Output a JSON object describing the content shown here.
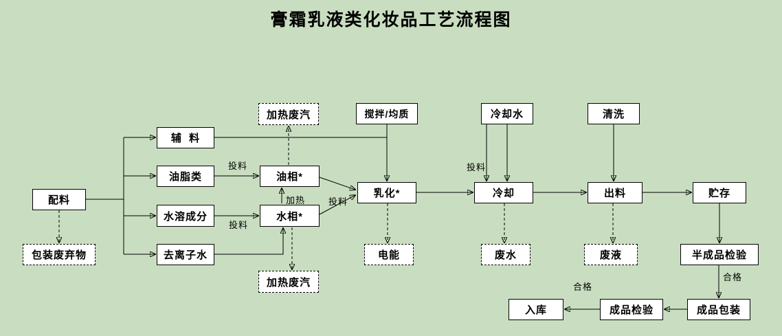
{
  "title": "膏霜乳液类化妆品工艺流程图",
  "colors": {
    "background": "#c9dec0",
    "box_fill": "#ffffff",
    "line": "#000000"
  },
  "nodes": {
    "peiliao": {
      "label": "配料"
    },
    "fuliao": {
      "label": "辅  料"
    },
    "youzhilei": {
      "label": "油脂类"
    },
    "shuirongchengfen": {
      "label": "水溶成分"
    },
    "qulizishui": {
      "label": "去离子水"
    },
    "youxiang": {
      "label": "油相*"
    },
    "shuixiang": {
      "label": "水相*"
    },
    "jiaoban_junzhi": {
      "label": "搅拌/均质"
    },
    "ruhua": {
      "label": "乳化*"
    },
    "lengqueshui": {
      "label": "冷却水"
    },
    "lengque": {
      "label": "冷却"
    },
    "qingxi": {
      "label": "清洗"
    },
    "chuliao": {
      "label": "出料"
    },
    "zhucun": {
      "label": "贮存"
    },
    "banchengpin_jianyan": {
      "label": "半成品检验"
    },
    "chengpin_baozhuang": {
      "label": "成品包装"
    },
    "chengpin_jianyan": {
      "label": "成品检验"
    },
    "ruku": {
      "label": "入库"
    },
    "baozhuang_feiqiwu": {
      "label": "包装废弃物"
    },
    "jiare_feiqi_top": {
      "label": "加热废汽"
    },
    "jiare_feiqi_bottom": {
      "label": "加热废汽"
    },
    "dianneng": {
      "label": "电能"
    },
    "feishui": {
      "label": "废水"
    },
    "feiye": {
      "label": "废液"
    }
  },
  "edge_labels": {
    "touliao_youzhi": "投料",
    "touliao_shuirong": "投料",
    "jiare": "加热",
    "touliao_ruhua": "投料",
    "touliao_lengque": "投料",
    "hege_banchengpin": "合格",
    "hege_chengpin": "合格"
  },
  "edges": [
    {
      "from": "peiliao",
      "to": "fuliao",
      "style": "solid"
    },
    {
      "from": "peiliao",
      "to": "youzhilei",
      "style": "solid"
    },
    {
      "from": "peiliao",
      "to": "shuirongchengfen",
      "style": "solid"
    },
    {
      "from": "peiliao",
      "to": "qulizishui",
      "style": "solid"
    },
    {
      "from": "peiliao",
      "to": "baozhuang_feiqiwu",
      "style": "dashed"
    },
    {
      "from": "youzhilei",
      "to": "youxiang",
      "style": "solid",
      "label": "投料"
    },
    {
      "from": "shuirongchengfen",
      "to": "shuixiang",
      "style": "solid",
      "label": "投料"
    },
    {
      "from": "qulizishui",
      "to": "shuixiang",
      "style": "solid"
    },
    {
      "from": "shuixiang",
      "to": "youxiang",
      "style": "solid",
      "label": "加热"
    },
    {
      "from": "youxiang",
      "to": "jiare_feiqi_top",
      "style": "dashed"
    },
    {
      "from": "shuixiang",
      "to": "jiare_feiqi_bottom",
      "style": "dashed"
    },
    {
      "from": "youxiang",
      "to": "ruhua",
      "style": "solid",
      "label": "投料"
    },
    {
      "from": "shuixiang",
      "to": "ruhua",
      "style": "solid",
      "label": "投料"
    },
    {
      "from": "fuliao",
      "to": "ruhua",
      "style": "solid"
    },
    {
      "from": "jiaoban_junzhi",
      "to": "ruhua",
      "style": "solid"
    },
    {
      "from": "ruhua",
      "to": "dianneng",
      "style": "dashed"
    },
    {
      "from": "ruhua",
      "to": "lengque",
      "style": "solid"
    },
    {
      "from": "lengqueshui",
      "to": "lengque",
      "style": "solid",
      "label": "投料"
    },
    {
      "from": "lengque",
      "to": "feishui",
      "style": "dashed"
    },
    {
      "from": "lengque",
      "to": "chuliao",
      "style": "solid"
    },
    {
      "from": "qingxi",
      "to": "chuliao",
      "style": "solid"
    },
    {
      "from": "chuliao",
      "to": "feiye",
      "style": "dashed"
    },
    {
      "from": "chuliao",
      "to": "zhucun",
      "style": "solid"
    },
    {
      "from": "zhucun",
      "to": "banchengpin_jianyan",
      "style": "solid"
    },
    {
      "from": "banchengpin_jianyan",
      "to": "chengpin_baozhuang",
      "style": "solid",
      "label": "合格"
    },
    {
      "from": "chengpin_baozhuang",
      "to": "chengpin_jianyan",
      "style": "solid"
    },
    {
      "from": "chengpin_jianyan",
      "to": "ruku",
      "style": "solid",
      "label": "合格"
    }
  ]
}
